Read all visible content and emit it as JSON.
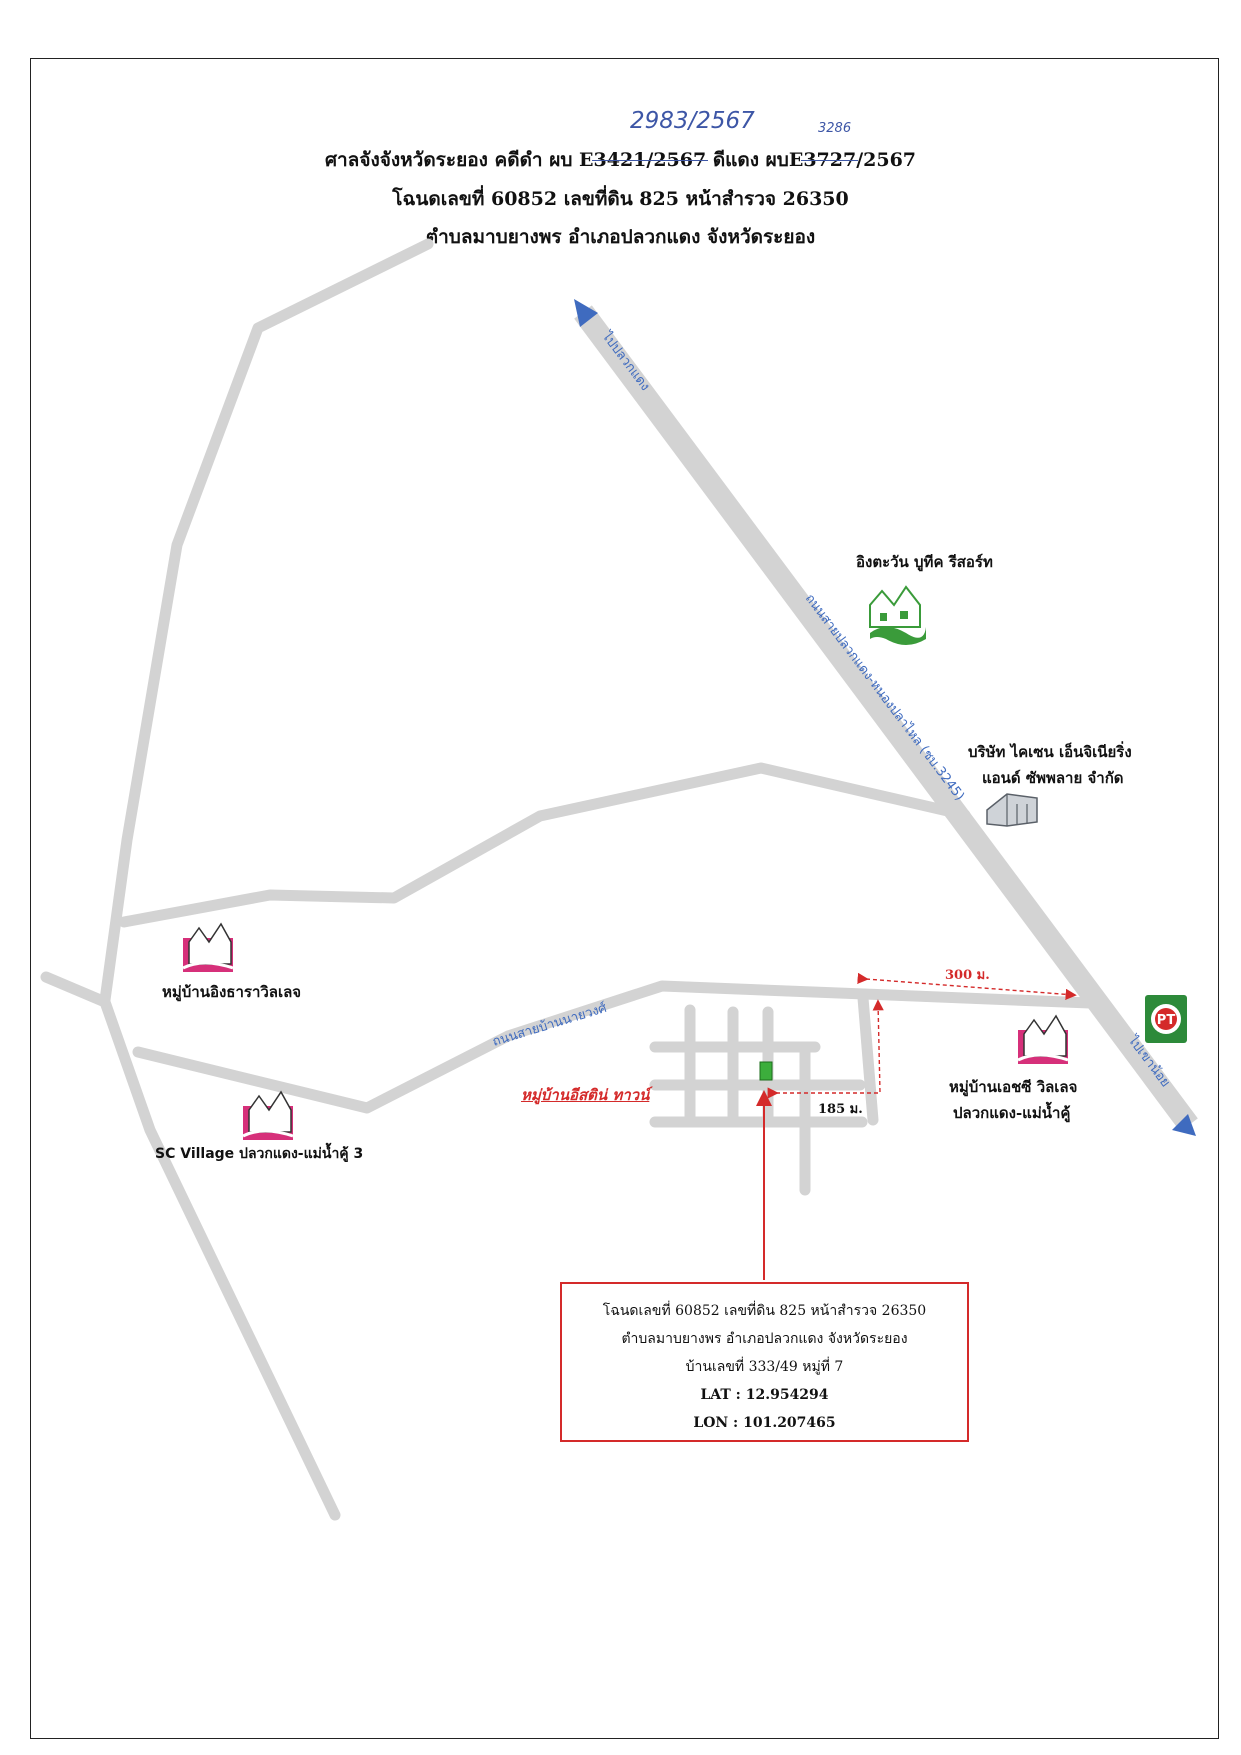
{
  "header": {
    "line1_prefix": "ศาลจังจังหวัดระยอง คดีดำ ผบ E",
    "line1_black_case_struck": "3421/2567",
    "line1_mid": " ดีแดง ผบE",
    "line1_red_case_struck": "3727",
    "line1_suffix": "/2567",
    "line2": "โฉนดเลขที่ 60852 เลขที่ดิน 825 หน้าสำรวจ 26350",
    "line3": "ตำบลมาบยางพร อำเภอปลวกแดง จังหวัดระยอง",
    "handwritten_case": "2983/2567",
    "handwritten_red": "3286"
  },
  "roads": {
    "main_road": "ถนนสายปลวกแดง-หนองปลาไหล (ชบ.3245)",
    "to_pluak_daeng": "ไปปลวกแดง",
    "to_khao_noi": "ไปเขาน้อย",
    "ban_nai_yawong": "ถนนสายบ้านนายวงศ์"
  },
  "places": {
    "ingtawan": "อิงตะวัน บูทีค รีสอร์ท",
    "company_line1": "บริษัท ไคเซน เอ็นจิเนียริ่ง",
    "company_line2": "แอนด์ ซัพพลาย จำกัด",
    "ing_thara": "หมู่บ้านอิงธาราวิลเลจ",
    "sc_village_line1": "หมู่บ้านเอชซี วิลเลจ",
    "sc_village_line2": "ปลวกแดง-แม่น้ำคู้",
    "sc_village_3": "SC Village ปลวกแดง-แม่น้ำคู้ 3",
    "east_inner": "หมู่บ้านอีสติน่ ทาวน์"
  },
  "distances": {
    "d300": "300 ม.",
    "d185": "185 ม."
  },
  "info_box": {
    "line1": "โฉนดเลขที่ 60852 เลขที่ดิน 825 หน้าสำรวจ 26350",
    "line2": "ตำบลมาบยางพร อำเภอปลวกแดง จังหวัดระยอง",
    "line3": "บ้านเลขที่ 333/49 หมู่ที่ 7",
    "lat": "LAT : 12.954294",
    "lon": "LON : 101.207465"
  },
  "colors": {
    "road": "#d3d3d3",
    "road_label": "#3f6bbf",
    "marker": "#d42a2a",
    "parcel": "#3cae3c",
    "village_icon": "#d6307a",
    "resort_icon": "#3a9b3a"
  },
  "icons": {
    "village": "village-house-icon",
    "resort": "resort-house-icon",
    "factory": "factory-icon",
    "gas_station": "pt-gas-station-icon"
  }
}
